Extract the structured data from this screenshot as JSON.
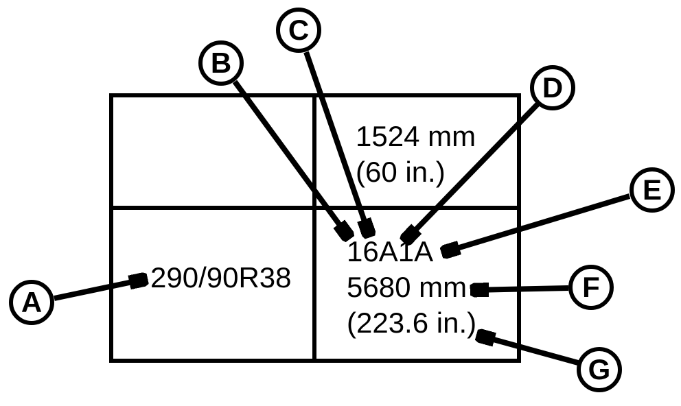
{
  "diagram": {
    "background_color": "#ffffff",
    "stroke_color": "#000000",
    "texts": {
      "top_right": {
        "line1": "1524 mm",
        "line2": "(60 in.)"
      },
      "bottom_left": {
        "line1": "290/90R38"
      },
      "bottom_right": {
        "line1": "16A1A",
        "line2": "5680 mm",
        "line3": "(223.6 in.)"
      }
    },
    "callouts": [
      {
        "label": "A"
      },
      {
        "label": "B"
      },
      {
        "label": "C"
      },
      {
        "label": "D"
      },
      {
        "label": "E"
      },
      {
        "label": "F"
      },
      {
        "label": "G"
      }
    ]
  }
}
